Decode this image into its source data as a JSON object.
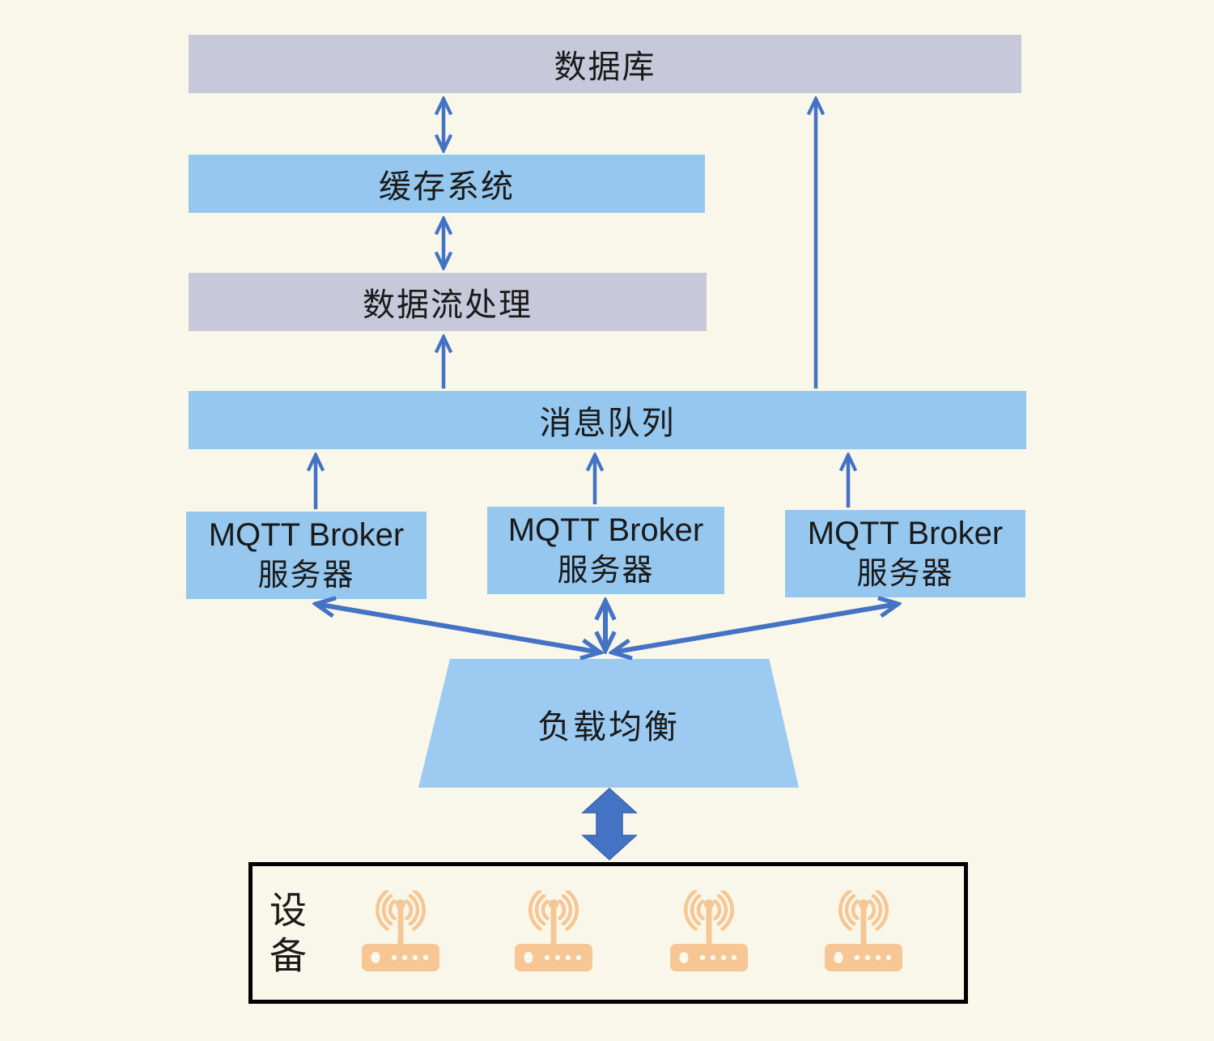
{
  "diagram": {
    "background_color": "#f8f7ea",
    "colors": {
      "lavender_bar": "#c7c8d9",
      "blue_bar": "#96c7ee",
      "trapezoid_fill": "#9ccaf0",
      "arrow_blue": "#4472c4",
      "device_icon_orange": "#f6c795",
      "text": "#1a1a1a",
      "devices_box_border": "#000000"
    },
    "nodes": {
      "database": {
        "label": "数据库"
      },
      "cache": {
        "label": "缓存系统"
      },
      "stream": {
        "label": "数据流处理"
      },
      "queue": {
        "label": "消息队列"
      },
      "brokers": [
        {
          "line1": "MQTT Broker",
          "line2": "服务器"
        },
        {
          "line1": "MQTT Broker",
          "line2": "服务器"
        },
        {
          "line1": "MQTT Broker",
          "line2": "服务器"
        }
      ],
      "load_balancer": {
        "label": "负载均衡"
      },
      "devices": {
        "label": "设备",
        "icon": "wifi-router-icon",
        "icon_count": 4
      }
    },
    "connections": [
      {
        "from": "数据库",
        "to": "缓存系统",
        "style": "double-headed"
      },
      {
        "from": "缓存系统",
        "to": "数据流处理",
        "style": "double-headed"
      },
      {
        "from": "消息队列",
        "to": "数据流处理",
        "style": "arrow-up"
      },
      {
        "from": "消息队列",
        "to": "数据库",
        "style": "arrow-up"
      },
      {
        "from": "MQTT Broker 服务器 (1)",
        "to": "消息队列",
        "style": "arrow-up"
      },
      {
        "from": "MQTT Broker 服务器 (2)",
        "to": "消息队列",
        "style": "arrow-up"
      },
      {
        "from": "MQTT Broker 服务器 (3)",
        "to": "消息队列",
        "style": "arrow-up"
      },
      {
        "from": "负载均衡",
        "to": "MQTT Broker 服务器 (1)",
        "style": "double-headed"
      },
      {
        "from": "负载均衡",
        "to": "MQTT Broker 服务器 (2)",
        "style": "double-headed"
      },
      {
        "from": "负载均衡",
        "to": "MQTT Broker 服务器 (3)",
        "style": "double-headed"
      },
      {
        "from": "负载均衡",
        "to": "设备",
        "style": "thick-block-double-arrow"
      }
    ]
  }
}
